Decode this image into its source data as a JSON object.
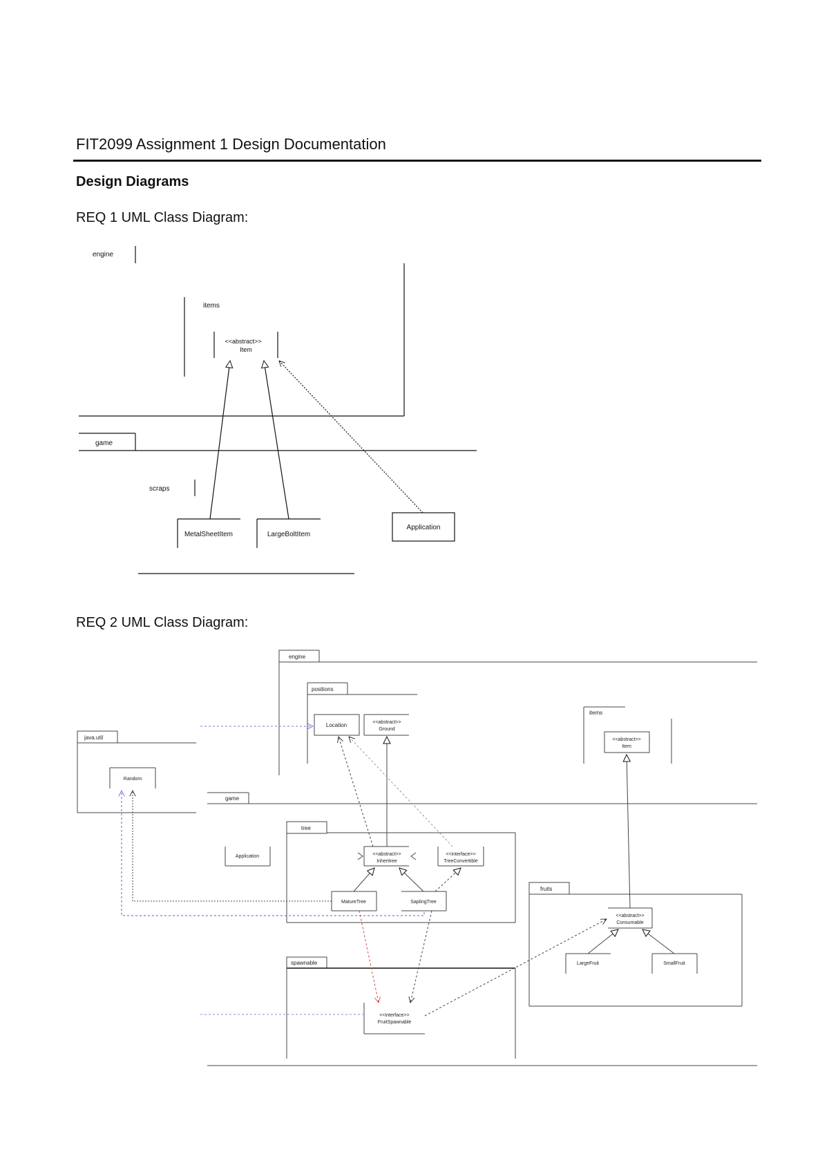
{
  "document": {
    "title": "FIT2099 Assignment 1 Design Documentation",
    "section_heading": "Design Diagrams"
  },
  "req1": {
    "heading": "REQ 1 UML Class Diagram:",
    "packages": {
      "engine": "engine",
      "items": "items",
      "game": "game",
      "scraps": "scraps"
    },
    "classes": {
      "item_stereotype": "<<abstract>>",
      "item_name": "Item",
      "metal_sheet": "MetalSheetItem",
      "large_bolt": "LargeBoltItem",
      "application": "Application"
    }
  },
  "req2": {
    "heading": "REQ 2 UML Class Diagram:",
    "packages": {
      "engine": "engine",
      "positions": "positions",
      "items": "items",
      "java_util": "java.util",
      "game": "game",
      "tree": "tree",
      "fruits": "fruits",
      "spawnable": "spawnable"
    },
    "classes": {
      "location": "Location",
      "ground_stereotype": "<<abstract>>",
      "ground_name": "Ground",
      "item_stereotype": "<<abstract>>",
      "item_name": "Item",
      "random": "Random",
      "application": "Application",
      "inheritree_stereotype": "<<abstract>>",
      "inheritree_name": "Inheritree",
      "tree_convertible_stereotype": "<<interface>>",
      "tree_convertible_name": "TreeConvertible",
      "mature_tree": "MatureTree",
      "sapling_tree": "SaplingTree",
      "consumable_stereotype": "<<abstract>>",
      "consumable_name": "Consumable",
      "large_fruit": "LargeFruit",
      "small_fruit": "SmallFruit",
      "fruit_spawnable_stereotype": "<<interface>>",
      "fruit_spawnable_name": "FruitSpawnable"
    }
  }
}
